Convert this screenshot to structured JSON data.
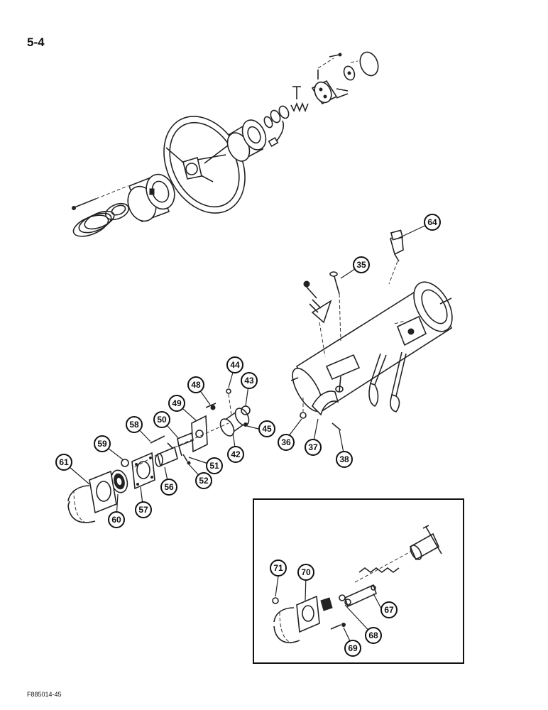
{
  "header": {
    "page_number": "5-4"
  },
  "footer": {
    "figure_code": "F885014-45"
  },
  "callouts": {
    "c35": "35",
    "c36": "36",
    "c37": "37",
    "c38": "38",
    "c42": "42",
    "c43": "43",
    "c44": "44",
    "c45": "45",
    "c48": "48",
    "c49": "49",
    "c50": "50",
    "c51": "51",
    "c52": "52",
    "c56": "56",
    "c57": "57",
    "c58": "58",
    "c59": "59",
    "c60": "60",
    "c61": "61",
    "c64": "64",
    "c67": "67",
    "c68": "68",
    "c69": "69",
    "c70": "70",
    "c71": "71"
  }
}
